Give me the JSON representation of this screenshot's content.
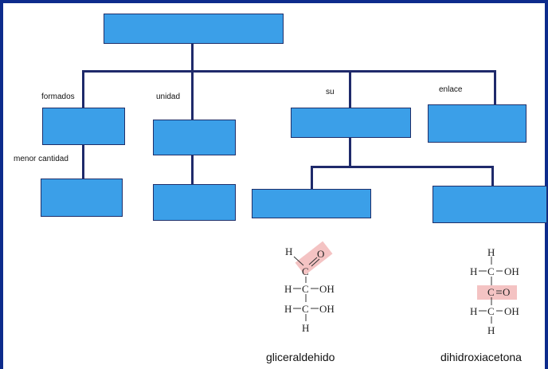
{
  "labels": {
    "formados": "formados",
    "menor_cantidad": "menor cantidad",
    "unidad": "unidad",
    "su": "su",
    "enlace": "enlace"
  },
  "glyceraldehyde": {
    "caption": "gliceraldehido",
    "h_top": "H",
    "c1": "C",
    "o1": "O",
    "row2_h": "H",
    "row2_c": "C",
    "row2_oh": "OH",
    "row3_h": "H",
    "row3_c": "C",
    "row3_oh": "OH",
    "h_bottom": "H"
  },
  "dihydroxyacetone": {
    "caption": "dihidroxiacetona",
    "h_top": "H",
    "row1_h": "H",
    "row1_c": "C",
    "row1_oh": "OH",
    "row2_c": "C",
    "row2_o": "O",
    "row3_h": "H",
    "row3_c": "C",
    "row3_oh": "OH",
    "h_bottom": "H"
  },
  "colors": {
    "box_fill": "#3b9fe8",
    "connector": "#1f2a6b",
    "highlight": "#f2b8b8",
    "frame": "#0d2b8c"
  }
}
